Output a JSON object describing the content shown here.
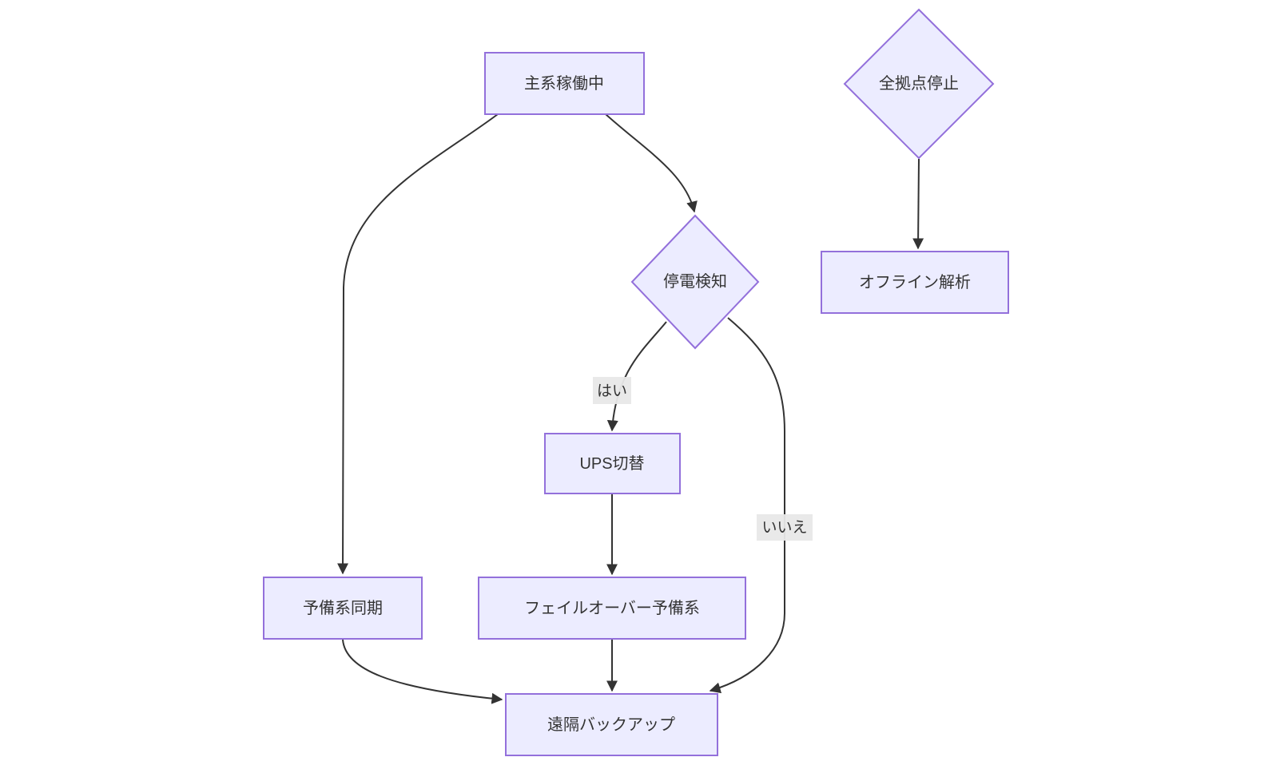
{
  "diagram": {
    "type": "flowchart",
    "background": "#ffffff",
    "nodes": [
      {
        "id": "main",
        "shape": "rect",
        "label": "主系稼働中"
      },
      {
        "id": "outage",
        "shape": "diamond",
        "label": "停電検知"
      },
      {
        "id": "ups",
        "shape": "rect",
        "label": "UPS切替"
      },
      {
        "id": "sync",
        "shape": "rect",
        "label": "予備系同期"
      },
      {
        "id": "failover",
        "shape": "rect",
        "label": "フェイルオーバー予備系"
      },
      {
        "id": "backup",
        "shape": "rect",
        "label": "遠隔バックアップ"
      },
      {
        "id": "alldown",
        "shape": "diamond",
        "label": "全拠点停止"
      },
      {
        "id": "offline",
        "shape": "rect",
        "label": "オフライン解析"
      }
    ],
    "edges": [
      {
        "from": "主系稼働中",
        "to": "予備系同期",
        "label": ""
      },
      {
        "from": "主系稼働中",
        "to": "停電検知",
        "label": ""
      },
      {
        "from": "停電検知",
        "to": "UPS切替",
        "label": "はい"
      },
      {
        "from": "停電検知",
        "to": "遠隔バックアップ",
        "label": "いいえ"
      },
      {
        "from": "UPS切替",
        "to": "フェイルオーバー予備系",
        "label": ""
      },
      {
        "from": "フェイルオーバー予備系",
        "to": "遠隔バックアップ",
        "label": ""
      },
      {
        "from": "予備系同期",
        "to": "遠隔バックアップ",
        "label": ""
      },
      {
        "from": "全拠点停止",
        "to": "オフライン解析",
        "label": ""
      }
    ],
    "edge_labels": {
      "yes": "はい",
      "no": "いいえ"
    },
    "colors": {
      "node_fill": "#ECECFF",
      "node_border": "#9370DB",
      "node_text": "#333333",
      "edge_stroke": "#333333",
      "edge_label_bg": "#e8e8e8",
      "background": "#ffffff"
    }
  }
}
